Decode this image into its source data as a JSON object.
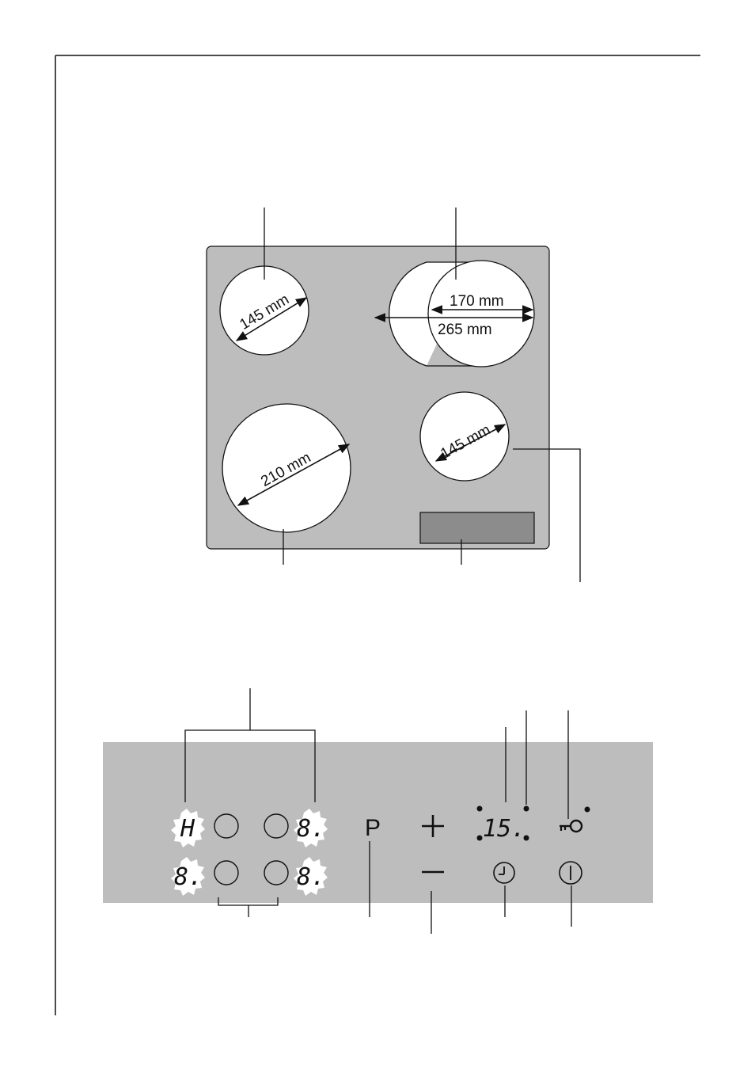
{
  "cooktop": {
    "zones": [
      {
        "id": "front-left",
        "diameter_label": "210 mm"
      },
      {
        "id": "rear-left",
        "diameter_label": "145 mm"
      },
      {
        "id": "rear-right-dual",
        "inner_label": "170 mm",
        "outer_label": "265 mm"
      },
      {
        "id": "front-right",
        "diameter_label": "145 mm"
      }
    ]
  },
  "control_panel": {
    "zone_displays": [
      "H",
      "8.",
      "8.",
      "8."
    ],
    "program_symbol": "P",
    "plus_symbol": "+",
    "timer_display": "15.",
    "colors": {
      "hob": "#bdbdbd",
      "control_strip": "#8c8c8c",
      "panel": "#bdbdbd",
      "zone": "#ffffff",
      "line": "#111111"
    }
  }
}
